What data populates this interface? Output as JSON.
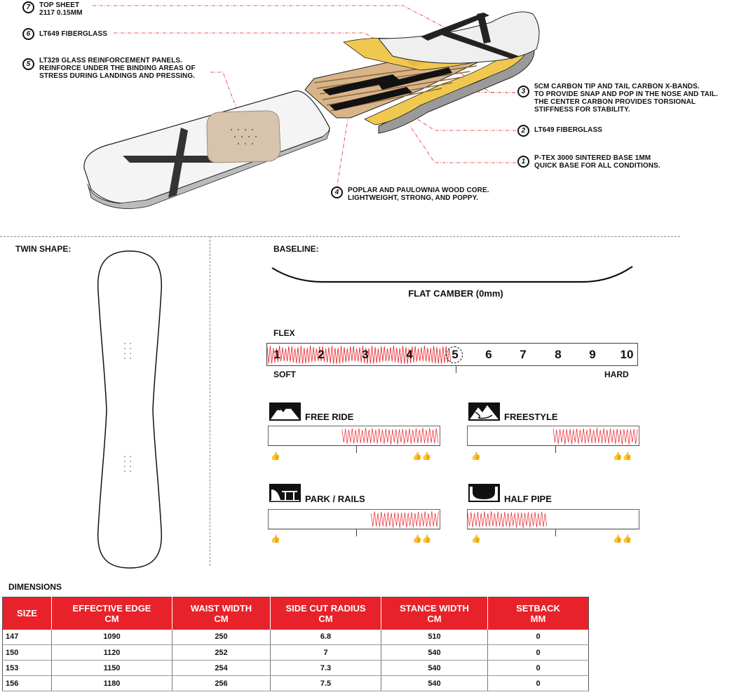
{
  "callouts": {
    "c7": {
      "num": "7",
      "line1": "TOP SHEET",
      "line2": "2117 0.15MM"
    },
    "c6": {
      "num": "6",
      "line1": "LT649 FIBERGLASS"
    },
    "c5": {
      "num": "5",
      "line1": "LT329 GLASS REINFORCEMENT PANELS.",
      "line2": "REINFORCE UNDER THE BINDING AREAS OF",
      "line3": "STRESS DURING LANDINGS AND PRESSING."
    },
    "c3": {
      "num": "3",
      "line1": "5CM CARBON TIP AND TAIL CARBON X-BANDS.",
      "line2": "TO PROVIDE SNAP AND POP IN THE NOSE AND TAIL.",
      "line3": "THE CENTER CARBON PROVIDES TORSIONAL",
      "line4": "STIFFNESS FOR STABILITY."
    },
    "c2": {
      "num": "2",
      "line1": "LT649 FIBERGLASS"
    },
    "c1": {
      "num": "1",
      "line1": "P-TEX 3000 SINTERED BASE 1MM",
      "line2": "QUICK BASE FOR ALL CONDITIONS."
    },
    "c4": {
      "num": "4",
      "line1": "POPLAR AND PAULOWNIA WOOD CORE.",
      "line2": "LIGHTWEIGHT, STRONG, AND POPPY."
    }
  },
  "shape": {
    "title": "TWIN SHAPE:"
  },
  "baseline": {
    "title": "BASELINE:",
    "profile": "FLAT CAMBER (0mm)"
  },
  "flex": {
    "title": "FLEX",
    "numbers": [
      "1",
      "2",
      "3",
      "4",
      "5",
      "6",
      "7",
      "8",
      "9",
      "10"
    ],
    "value": 5,
    "soft_label": "SOFT",
    "hard_label": "HARD"
  },
  "ratings": [
    {
      "label": "FREE RIDE",
      "icon": "mountains-icon",
      "fill_start": 0.43,
      "fill_end": 1.0
    },
    {
      "label": "FREESTYLE",
      "icon": "freestyle-icon",
      "fill_start": 0.5,
      "fill_end": 1.0
    },
    {
      "label": "PARK / RAILS",
      "icon": "park-rail-icon",
      "fill_start": 0.6,
      "fill_end": 1.0
    },
    {
      "label": "HALF PIPE",
      "icon": "halfpipe-icon",
      "fill_start": 0.0,
      "fill_end": 0.47
    }
  ],
  "dimensions": {
    "title": "DIMENSIONS",
    "headers": [
      {
        "l1": "SIZE",
        "l2": ""
      },
      {
        "l1": "EFFECTIVE EDGE",
        "l2": "CM"
      },
      {
        "l1": "WAIST WIDTH",
        "l2": "CM"
      },
      {
        "l1": "SIDE CUT RADIUS",
        "l2": "CM"
      },
      {
        "l1": "STANCE WIDTH",
        "l2": "CM"
      },
      {
        "l1": "SETBACK",
        "l2": "MM"
      }
    ],
    "rows": [
      [
        "147",
        "1090",
        "250",
        "6.8",
        "510",
        "0"
      ],
      [
        "150",
        "1120",
        "252",
        "7",
        "540",
        "0"
      ],
      [
        "153",
        "1150",
        "254",
        "7.3",
        "540",
        "0"
      ],
      [
        "156",
        "1180",
        "256",
        "7.5",
        "540",
        "0"
      ]
    ]
  },
  "colors": {
    "accent_red": "#e8222a",
    "ink": "#111111"
  }
}
